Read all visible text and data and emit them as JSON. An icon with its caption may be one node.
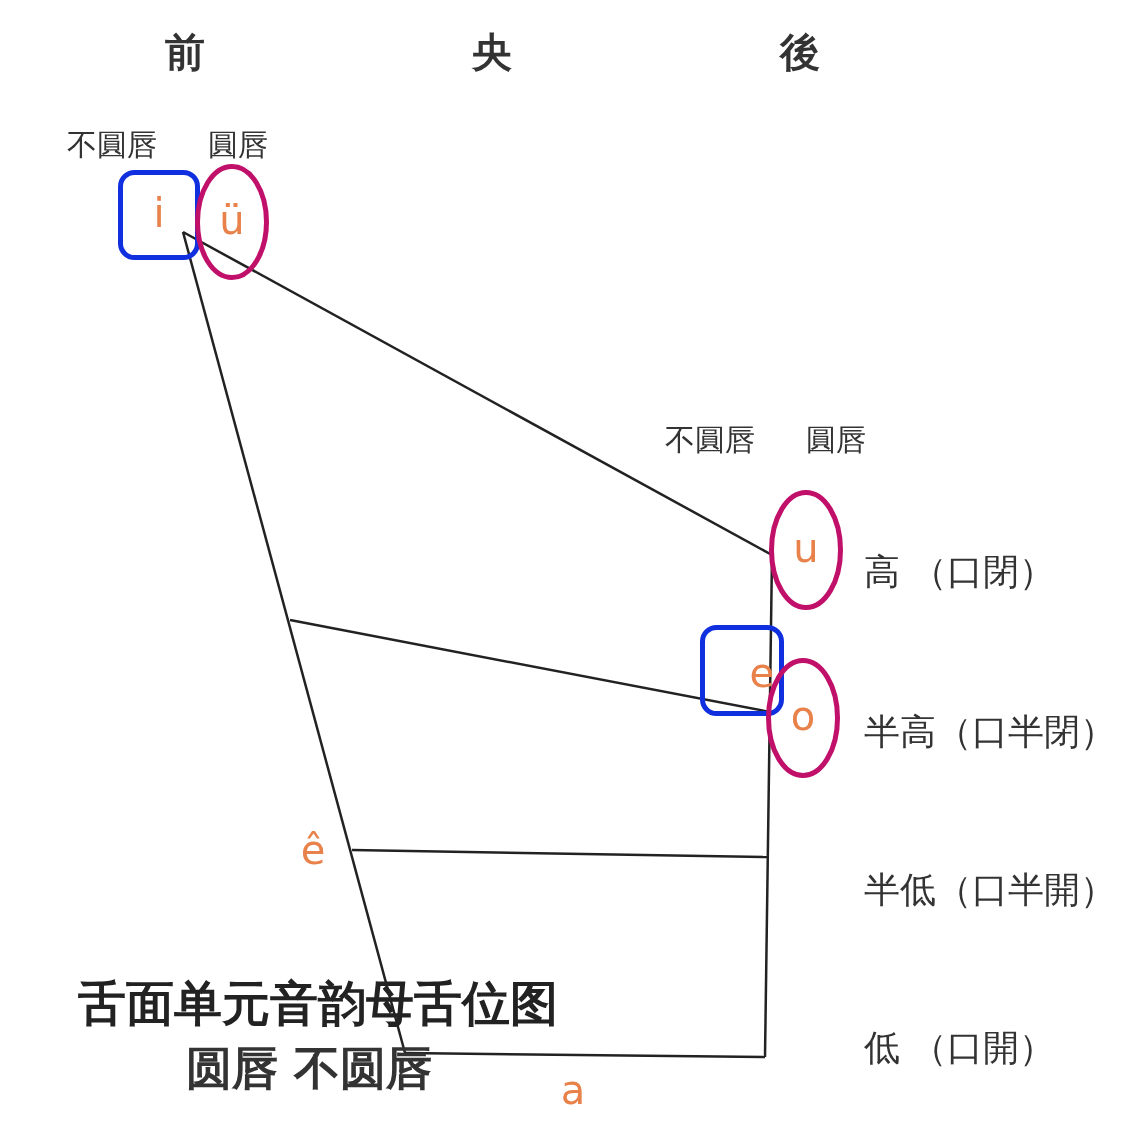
{
  "diagram": {
    "title": "舌面单元音韵母舌位图",
    "nodes": [
      {
        "text": [
          "i"
        ]
      },
      {
        "text": [
          "ü"
        ]
      },
      {
        "text": [
          "u"
        ]
      },
      {
        "text": [
          "e"
        ]
      },
      {
        "text": [
          "o"
        ]
      }
    ],
    "labels": [
      "前",
      "央",
      "後",
      "不圓唇",
      "圓唇",
      "不圓唇",
      "圓唇",
      "高 （口閉）",
      "半高（口半閉）",
      "ê",
      "半低（口半開）",
      "低 （口開）",
      "圆唇 不圆唇",
      "a"
    ]
  }
}
